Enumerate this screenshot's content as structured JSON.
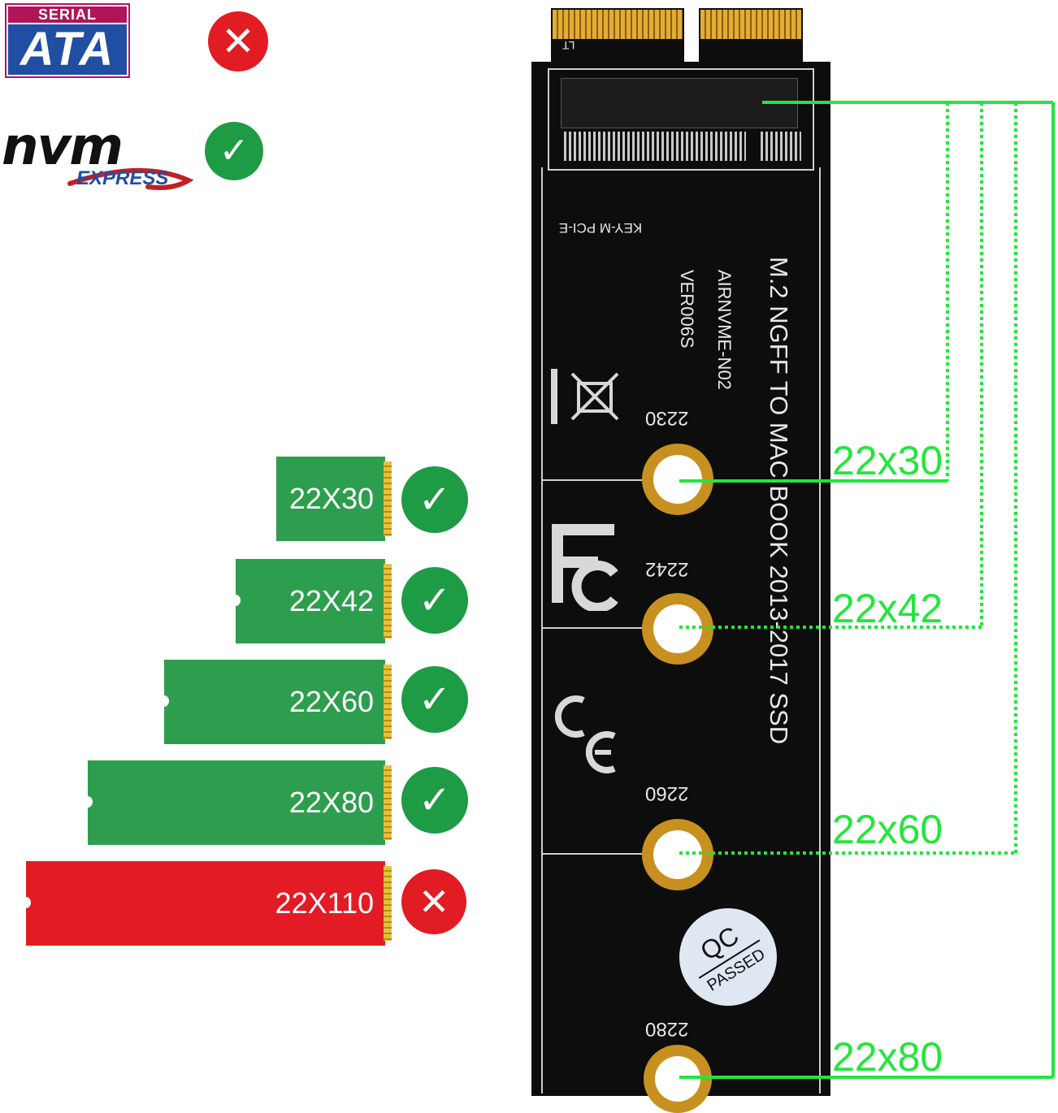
{
  "logos": {
    "sata_top": "SERIAL",
    "sata_main": "ATA",
    "nvm_word": "nvm",
    "nvm_express": "EXPRESS"
  },
  "compatibility": {
    "sata_supported": false,
    "nvme_supported": true
  },
  "ssd_sizes": [
    {
      "label": "22X30",
      "supported": true
    },
    {
      "label": "22X42",
      "supported": true
    },
    {
      "label": "22X60",
      "supported": true
    },
    {
      "label": "22X80",
      "supported": true
    },
    {
      "label": "22X110",
      "supported": false
    }
  ],
  "board": {
    "connector_code": "LT",
    "key_text": "KEY-M PCI-E",
    "title": "M.2 NGFF TO MAC BOOK 2013-2017 SSD",
    "model": "AIRNVME-N02",
    "version": "VER006S",
    "hole_labels": [
      "2230",
      "2242",
      "2260",
      "2280"
    ],
    "qc_line1": "QC",
    "qc_line2": "PASSED"
  },
  "size_callouts": [
    "22x30",
    "22x42",
    "22x60",
    "22x80"
  ],
  "colors": {
    "ok_green": "#1e9b45",
    "no_red": "#e21c23",
    "callout_green": "#22e63c",
    "board_black": "#0d0d0d"
  }
}
